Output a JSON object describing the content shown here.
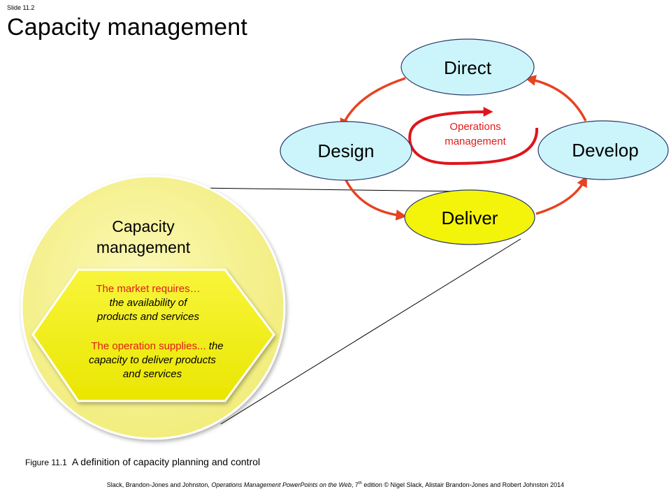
{
  "slide": {
    "number": "Slide 11.2",
    "title": "Capacity management"
  },
  "diagram": {
    "nodes": {
      "direct": "Direct",
      "design": "Design",
      "develop": "Develop",
      "deliver": "Deliver"
    },
    "center_label": [
      "Operations",
      "management"
    ],
    "zoom_circle_title": [
      "Capacity",
      "management"
    ],
    "hexagon": {
      "market_lead": "The market requires…",
      "market_lines": [
        "the availability of",
        "products and services"
      ],
      "operation_lead": "The operation supplies...",
      "operation_tail": " the",
      "operation_lines": [
        "capacity to deliver products",
        "and services"
      ]
    }
  },
  "caption": {
    "figure_number": "Figure 11.1",
    "text": "A definition of capacity planning and control"
  },
  "credits": {
    "prefix": "Slack, Brandon-Jones and Johnston, ",
    "book_title": "Operations Management PowerPoints on the Web",
    "edition_num": ", 7",
    "edition_sup": "th",
    "suffix": " edition © Nigel Slack, Alistair Brandon-Jones and Robert Johnston 2014"
  },
  "colors": {
    "node_fill": "#ccf5fb",
    "deliver_fill": "#f4f40a",
    "arrow": "#e8421e",
    "loop": "#e0141b",
    "zoom_circle": "#f6f391",
    "hexagon": "#f5f20c",
    "accent_text": "#e21b1b"
  }
}
